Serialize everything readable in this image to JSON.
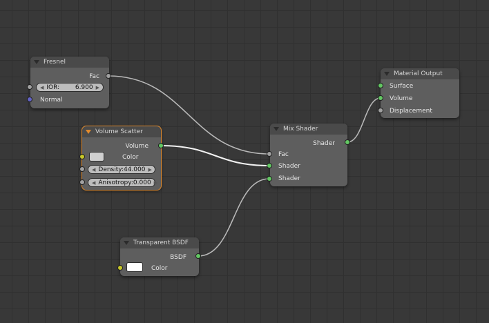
{
  "nodes": {
    "fresnel": {
      "title": "Fresnel",
      "output_fac": "Fac",
      "ior_label": "IOR:",
      "ior_value": "6.900",
      "input_normal": "Normal"
    },
    "volume_scatter": {
      "title": "Volume Scatter",
      "output_volume": "Volume",
      "input_color": "Color",
      "density_label": "Density:",
      "density_value": "44.000",
      "anisotropy_label": "Anisotropy:",
      "anisotropy_value": "0.000",
      "swatch_color": "#d0d0d0"
    },
    "mix_shader": {
      "title": "Mix Shader",
      "output_shader": "Shader",
      "input_fac": "Fac",
      "input_shader1": "Shader",
      "input_shader2": "Shader"
    },
    "material_output": {
      "title": "Material Output",
      "input_surface": "Surface",
      "input_volume": "Volume",
      "input_displacement": "Displacement"
    },
    "transparent_bsdf": {
      "title": "Transparent BSDF",
      "output_bsdf": "BSDF",
      "input_color": "Color",
      "swatch_color": "#ffffff"
    }
  },
  "colors": {
    "shader_socket": "#63c763",
    "float_socket": "#a1a1a1",
    "vector_socket": "#6363c7",
    "color_socket": "#c7c729",
    "active_outline": "#e08a2e"
  }
}
